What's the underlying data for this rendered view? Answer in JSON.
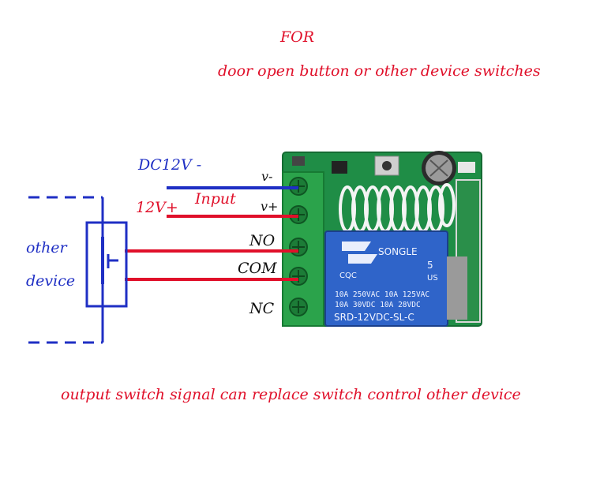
{
  "header": {
    "line1": "FOR",
    "line2": "door open button or other device switches"
  },
  "wires": {
    "dc_negative": "DC12V -",
    "dc_positive": "12V+",
    "input": "Input"
  },
  "terminals": {
    "v_minus": "v-",
    "v_plus": "v+",
    "no": "NO",
    "com": "COM",
    "nc": "NC"
  },
  "device": {
    "label_line1": "other",
    "label_line2": "device"
  },
  "relay": {
    "brand": "SONGLE",
    "cert_1": "CQC",
    "cert_2": "5",
    "cert_3": "US",
    "rating_1": "10A 250VAC  10A 125VAC",
    "rating_2": "10A  30VDC  10A  28VDC",
    "model": "SRD-12VDC-SL-C"
  },
  "footer": {
    "caption": "output switch signal can replace switch control other device"
  },
  "colors": {
    "red": "#e0102a",
    "blue": "#1f2fc4",
    "pcb_green": "#1e8a44",
    "terminal_green": "#2aa14a",
    "relay_blue": "#2d63c8"
  }
}
